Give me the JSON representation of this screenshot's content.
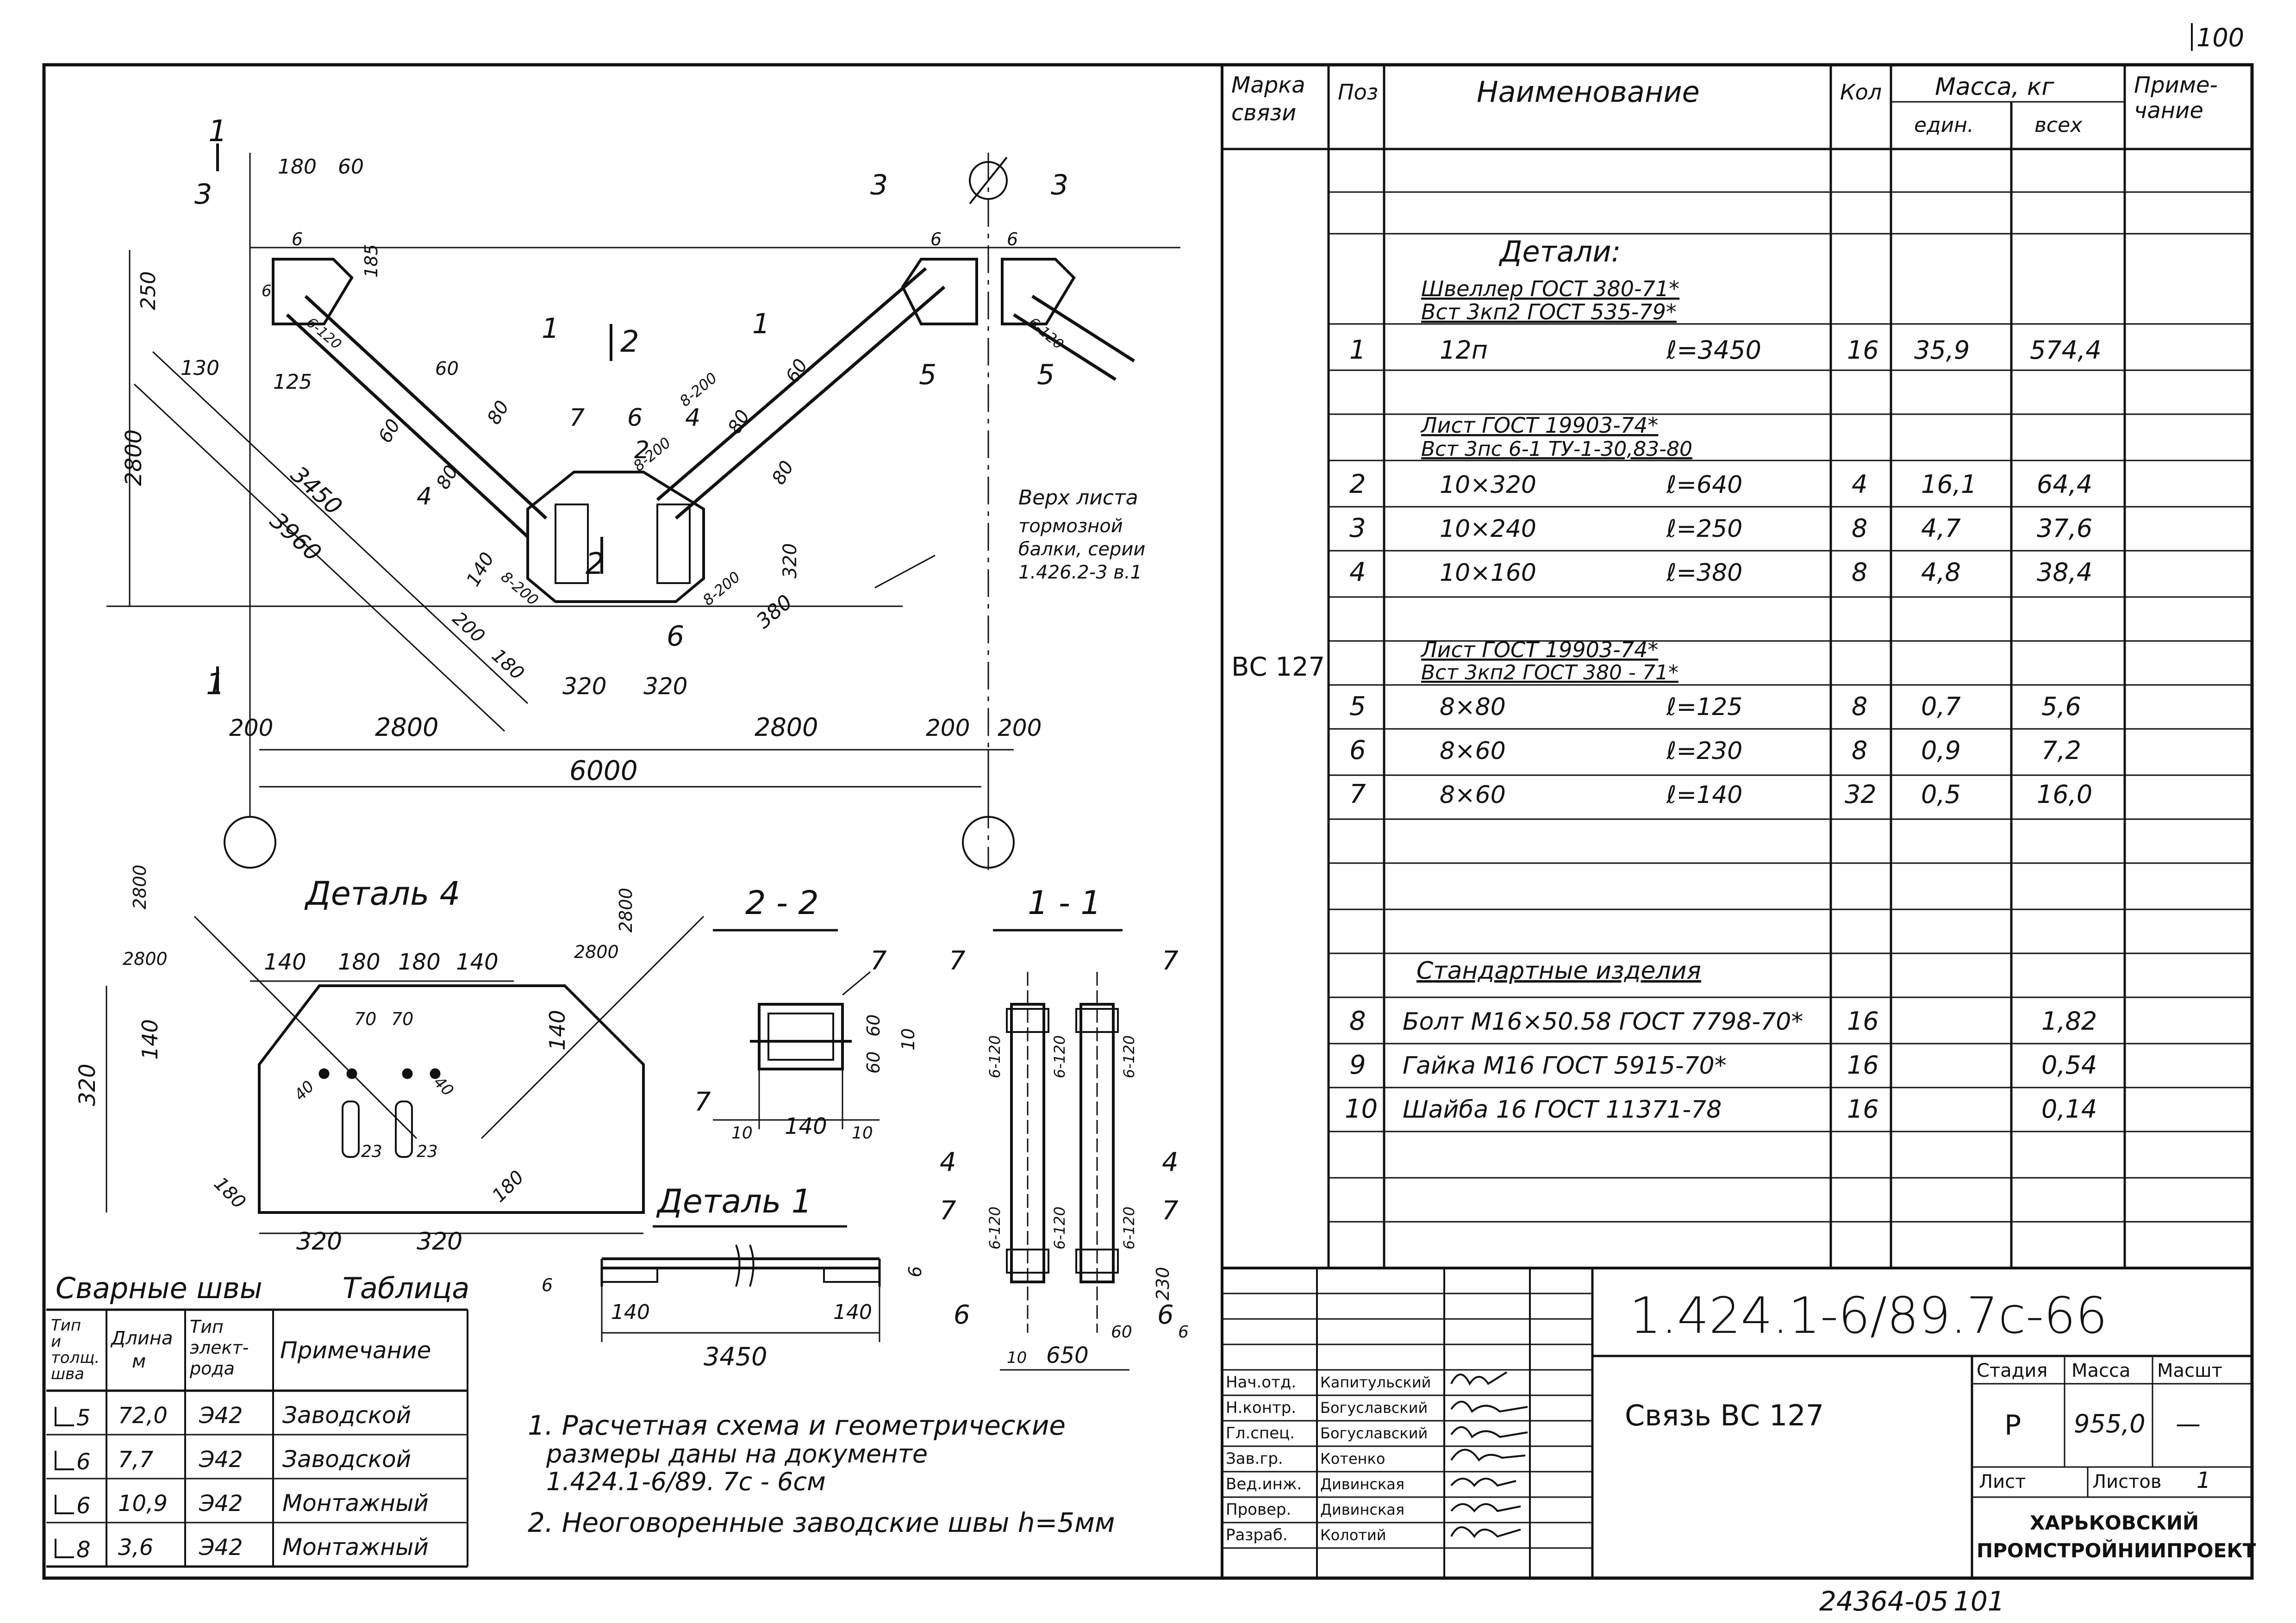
{
  "sheet": {
    "page_number": "100",
    "document_code": "1.424.1-6/89.7с-66",
    "archive_number": "24364-05",
    "archive_page": "101",
    "title": "Связь ВС 127",
    "stage_header": "Стадия",
    "mass_header": "Масса",
    "scale_header": "Масшт",
    "stage": "Р",
    "mass": "955,0",
    "scale": "—",
    "sheet_label": "Лист",
    "sheets_label": "Листов",
    "sheets_count": "1",
    "organization_line1": "ХАРЬКОВСКИЙ",
    "organization_line2": "ПРОМСТРОЙНИИПРОЕКТ"
  },
  "signatures": [
    {
      "role": "Нач.отд.",
      "name": "Капитульский"
    },
    {
      "role": "Н.контр.",
      "name": "Богуславский"
    },
    {
      "role": "Гл.спец.",
      "name": "Богуславский"
    },
    {
      "role": "Зав.гр.",
      "name": "Котенко"
    },
    {
      "role": "Вед.инж.",
      "name": "Дивинская"
    },
    {
      "role": "Провер.",
      "name": "Дивинская"
    },
    {
      "role": "Разраб.",
      "name": "Колотий"
    }
  ],
  "spec": {
    "headers": {
      "mark": [
        "Марка",
        "связи"
      ],
      "pos": "Поз",
      "name": "Наименование",
      "qty": "Кол",
      "mass": "Масса, кг",
      "unit": "един.",
      "all": "всех",
      "note": [
        "Приме-",
        "чание"
      ]
    },
    "mark": "ВС 127",
    "details_heading": "Детали:",
    "groups": [
      {
        "line1": "Швеллер    ГОСТ 380-71*",
        "line2": "Вст 3кп2    ГОСТ 535-79*"
      },
      {
        "line1": "Лист          ГОСТ 19903-74*",
        "line2": "Вст 3пс 6-1  ТУ-1-30,83-80"
      },
      {
        "line1": "Лист          ГОСТ 19903-74*",
        "line2": "Вст 3кп2    ГОСТ 380 - 71*"
      }
    ],
    "rows": [
      {
        "pos": "1",
        "name": "12п",
        "len": "ℓ=3450",
        "qty": "16",
        "unit": "35,9",
        "all": "574,4"
      },
      {
        "pos": "2",
        "name": "10×320",
        "len": "ℓ=640",
        "qty": "4",
        "unit": "16,1",
        "all": "64,4"
      },
      {
        "pos": "3",
        "name": "10×240",
        "len": "ℓ=250",
        "qty": "8",
        "unit": "4,7",
        "all": "37,6"
      },
      {
        "pos": "4",
        "name": "10×160",
        "len": "ℓ=380",
        "qty": "8",
        "unit": "4,8",
        "all": "38,4"
      },
      {
        "pos": "5",
        "name": "8×80",
        "len": "ℓ=125",
        "qty": "8",
        "unit": "0,7",
        "all": "5,6"
      },
      {
        "pos": "6",
        "name": "8×60",
        "len": "ℓ=230",
        "qty": "8",
        "unit": "0,9",
        "all": "7,2"
      },
      {
        "pos": "7",
        "name": "8×60",
        "len": "ℓ=140",
        "qty": "32",
        "unit": "0,5",
        "all": "16,0"
      }
    ],
    "standard_heading": "Стандартные изделия",
    "standard_rows": [
      {
        "pos": "8",
        "name": "Болт М16×50.58 ГОСТ 7798-70*",
        "qty": "16",
        "all": "1,82"
      },
      {
        "pos": "9",
        "name": "Гайка М16 ГОСТ 5915-70*",
        "qty": "16",
        "all": "0,54"
      },
      {
        "pos": "10",
        "name": "Шайба 16 ГОСТ 11371-78",
        "qty": "16",
        "all": "0,14"
      }
    ]
  },
  "weld_table": {
    "title": "Сварные швы",
    "table_label": "Таблица",
    "headers": {
      "type": [
        "Тип",
        "и",
        "толщ.",
        "шва"
      ],
      "length": [
        "Длина",
        "м"
      ],
      "electrode": [
        "Тип",
        "элект-",
        "рода"
      ],
      "note": "Примечание"
    },
    "rows": [
      {
        "type": "5",
        "length": "72,0",
        "electrode": "Э42",
        "note": "Заводской"
      },
      {
        "type": "6",
        "length": "7,7",
        "electrode": "Э42",
        "note": "Заводской"
      },
      {
        "type": "6",
        "length": "10,9",
        "electrode": "Э42",
        "note": "Монтажный"
      },
      {
        "type": "8",
        "length": "3,6",
        "electrode": "Э42",
        "note": "Монтажный"
      }
    ]
  },
  "notes": [
    "1. Расчетная схема и геометрические",
    "размеры даны на документе",
    "1.424.1-6/89. 7с - 6см",
    "2. Неоговоренные заводские швы h=5мм"
  ],
  "main_view": {
    "section_marks": [
      "1",
      "1",
      "2",
      "2"
    ],
    "beam_note": [
      "Верх листа",
      "тормозной",
      "балки, серии",
      "1.426.2-3 в.1"
    ],
    "dims": {
      "d180": "180",
      "d60": "60",
      "d250": "250",
      "d185": "185",
      "d130": "130",
      "d125": "125",
      "d2800v": "2800",
      "d3450": "3450",
      "d3960": "3960",
      "d200": "200",
      "d180b": "180",
      "d320a": "320",
      "d320b": "320",
      "d2800a": "2800",
      "d2800b": "2800",
      "d200a": "200",
      "d200b": "200",
      "d200c": "200",
      "d6000": "6000",
      "d140": "140",
      "d380": "380",
      "d320v": "320"
    },
    "pos_labels": [
      "1",
      "1",
      "2",
      "3",
      "3",
      "3",
      "4",
      "4",
      "5",
      "5",
      "6",
      "6",
      "7"
    ],
    "welds": [
      "6",
      "6",
      "6",
      "6",
      "6-120",
      "6-120",
      "8-200",
      "8-200",
      "8-200",
      "8-200",
      "80",
      "80",
      "80",
      "80",
      "60",
      "60",
      "60"
    ]
  },
  "detail4": {
    "title": "Деталь 4",
    "dims": {
      "top": [
        "140",
        "180",
        "180",
        "140"
      ],
      "h320": "320",
      "h140a": "140",
      "h140b": "140",
      "bottom": [
        "320",
        "320"
      ],
      "d70a": "70",
      "d70b": "70",
      "d40a": "40",
      "d40b": "40",
      "d23a": "23",
      "d23b": "23",
      "d180a": "180",
      "d180b": "180",
      "slope_l": [
        "2800",
        "2800"
      ],
      "slope_r": [
        "2800",
        "2800"
      ]
    }
  },
  "section22": {
    "title": "2 - 2",
    "dims": {
      "w140": "140",
      "d10a": "10",
      "d10b": "10",
      "h60a": "60",
      "h60b": "60",
      "t10": "10"
    },
    "pos": [
      "7",
      "7"
    ]
  },
  "section11": {
    "title": "1 - 1",
    "dims": {
      "w650": "650",
      "d60": "60",
      "d10": "10",
      "d230": "230",
      "d6": "6"
    },
    "pos": [
      "7",
      "7",
      "4",
      "4",
      "7",
      "7",
      "6",
      "6"
    ],
    "welds": [
      "6-120",
      "6-120",
      "6-120",
      "6-120",
      "6-120",
      "6-120"
    ]
  },
  "detail1": {
    "title": "Деталь 1",
    "dims": {
      "d140a": "140",
      "d140b": "140",
      "d3450": "3450",
      "d6a": "6",
      "d6b": "6"
    }
  }
}
